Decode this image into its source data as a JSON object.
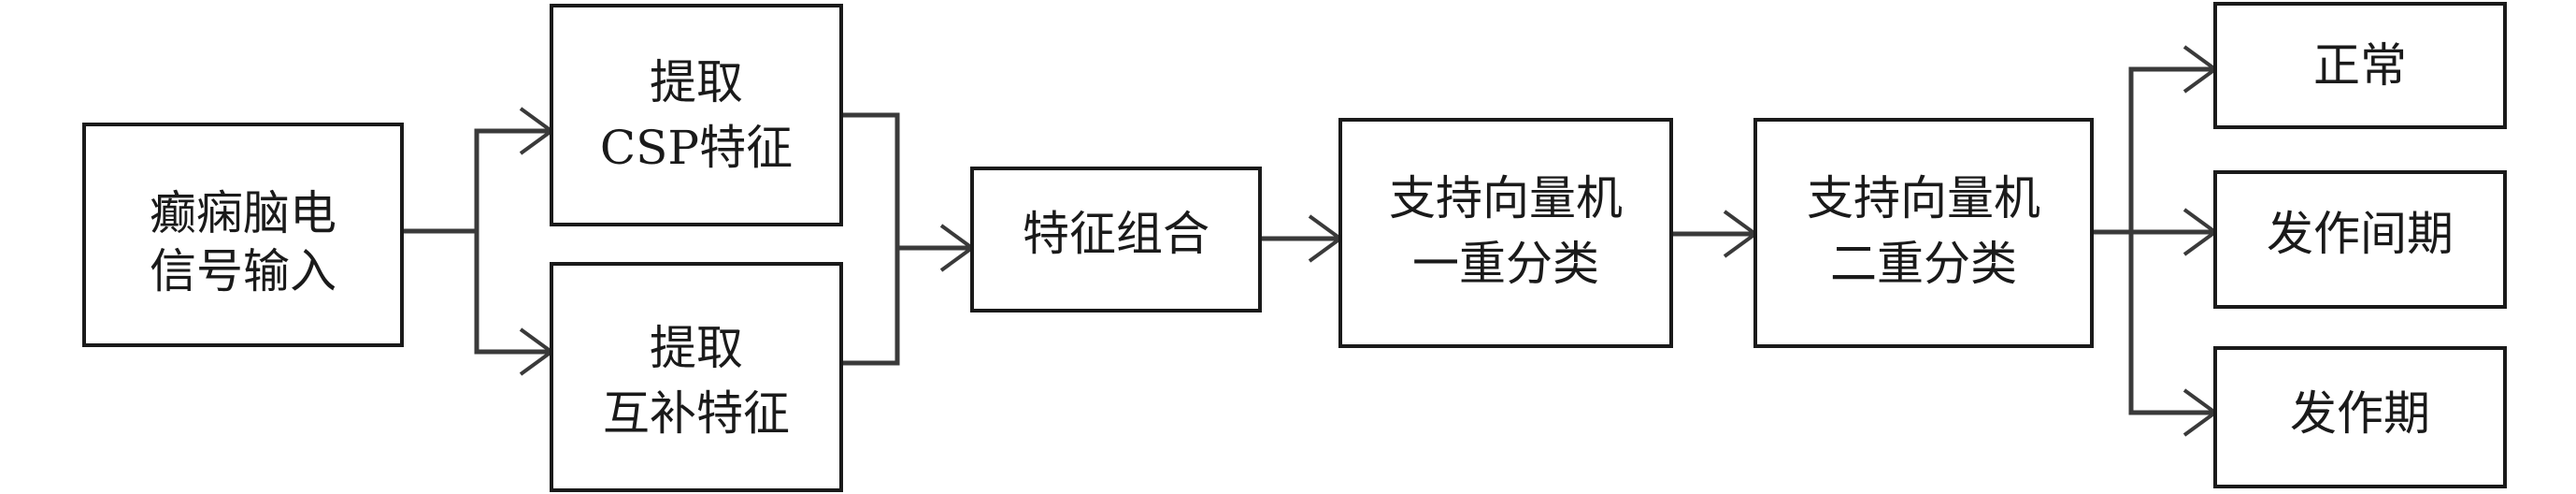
{
  "nodes": {
    "input": {
      "lines": [
        "癫痫脑电",
        "信号输入"
      ]
    },
    "csp": {
      "lines": [
        "提取",
        "CSP特征"
      ]
    },
    "comp": {
      "lines": [
        "提取",
        "互补特征"
      ]
    },
    "combine": {
      "lines": [
        "特征组合"
      ]
    },
    "svm1": {
      "lines": [
        "支持向量机",
        "一重分类"
      ]
    },
    "svm2": {
      "lines": [
        "支持向量机",
        "二重分类"
      ]
    },
    "normal": {
      "lines": [
        "正常"
      ]
    },
    "interictal": {
      "lines": [
        "发作间期"
      ]
    },
    "ictal": {
      "lines": [
        "发作期"
      ]
    }
  },
  "colors": {
    "stroke": "#1a1a1a",
    "wire": "#3a3a3a",
    "background": "#ffffff"
  }
}
